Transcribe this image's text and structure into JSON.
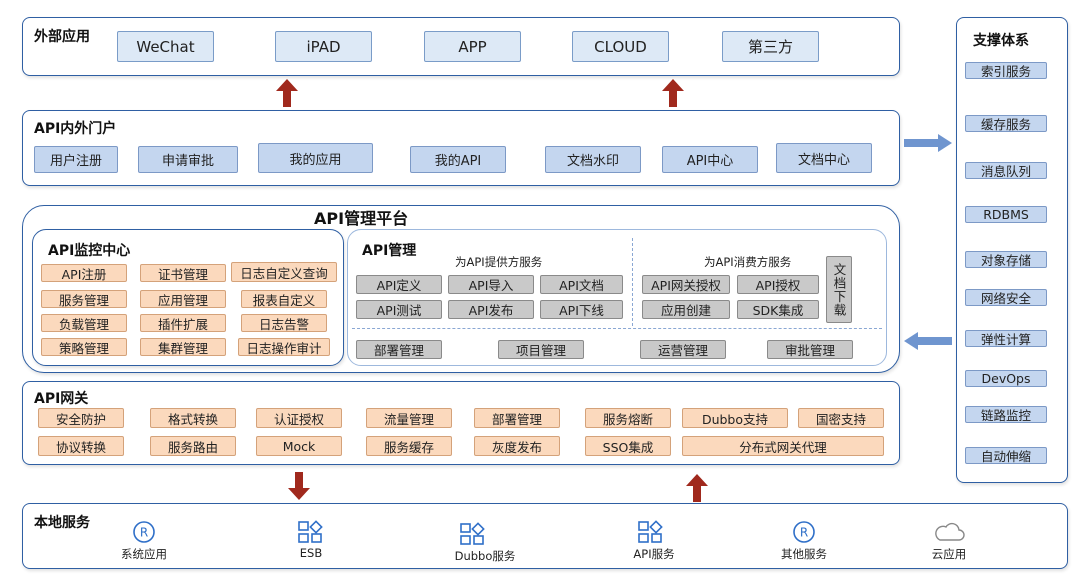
{
  "external_apps": {
    "title": "外部应用",
    "items": [
      "WeChat",
      "iPAD",
      "APP",
      "CLOUD",
      "第三方"
    ]
  },
  "api_portal": {
    "title": "API内外门户",
    "items": [
      "用户注册",
      "申请审批",
      "我的应用",
      "我的API",
      "文档水印",
      "API中心",
      "文档中心"
    ]
  },
  "api_platform": {
    "title": "API管理平台",
    "monitor": {
      "title": "API监控中心",
      "rows": [
        [
          "API注册",
          "证书管理",
          "日志自定义查询"
        ],
        [
          "服务管理",
          "应用管理",
          "报表自定义"
        ],
        [
          "负载管理",
          "插件扩展",
          "日志告警"
        ],
        [
          "策略管理",
          "集群管理",
          "日志操作审计"
        ]
      ]
    },
    "management": {
      "title": "API管理",
      "provider_title": "为API提供方服务",
      "provider_items": [
        "API定义",
        "API导入",
        "API文档",
        "API测试",
        "API发布",
        "API下线"
      ],
      "consumer_title": "为API消费方服务",
      "consumer_items": [
        "API网关授权",
        "API授权",
        "应用创建",
        "SDK集成"
      ],
      "doc_download": "文档下载",
      "bottom_items": [
        "部署管理",
        "项目管理",
        "运营管理",
        "审批管理"
      ]
    }
  },
  "api_gateway": {
    "title": "API网关",
    "row1": [
      "安全防护",
      "格式转换",
      "认证授权",
      "流量管理",
      "部署管理",
      "服务熔断",
      "Dubbo支持",
      "国密支持"
    ],
    "row2": [
      "协议转换",
      "服务路由",
      "Mock",
      "服务缓存",
      "灰度发布",
      "SSO集成",
      "分布式网关代理"
    ]
  },
  "local_services": {
    "title": "本地服务",
    "items": [
      {
        "label": "系统应用",
        "icon": "registered-icon"
      },
      {
        "label": "ESB",
        "icon": "modules-icon"
      },
      {
        "label": "Dubbo服务",
        "icon": "modules-icon"
      },
      {
        "label": "API服务",
        "icon": "modules-icon"
      },
      {
        "label": "其他服务",
        "icon": "registered-icon"
      },
      {
        "label": "云应用",
        "icon": "cloud-icon"
      }
    ]
  },
  "support_system": {
    "title": "支撑体系",
    "items": [
      "索引服务",
      "缓存服务",
      "消息队列",
      "RDBMS",
      "对象存储",
      "网络安全",
      "弹性计算",
      "DevOps",
      "链路监控",
      "自动伸缩"
    ]
  },
  "colors": {
    "border_blue": "#2f5fa3",
    "arrow_red": "#a0291d",
    "arrow_blue": "#6f95cf",
    "orange_fill": "#fbd9bd",
    "blue_fill": "#c4d6ef",
    "gray_fill": "#c9c9c9"
  }
}
